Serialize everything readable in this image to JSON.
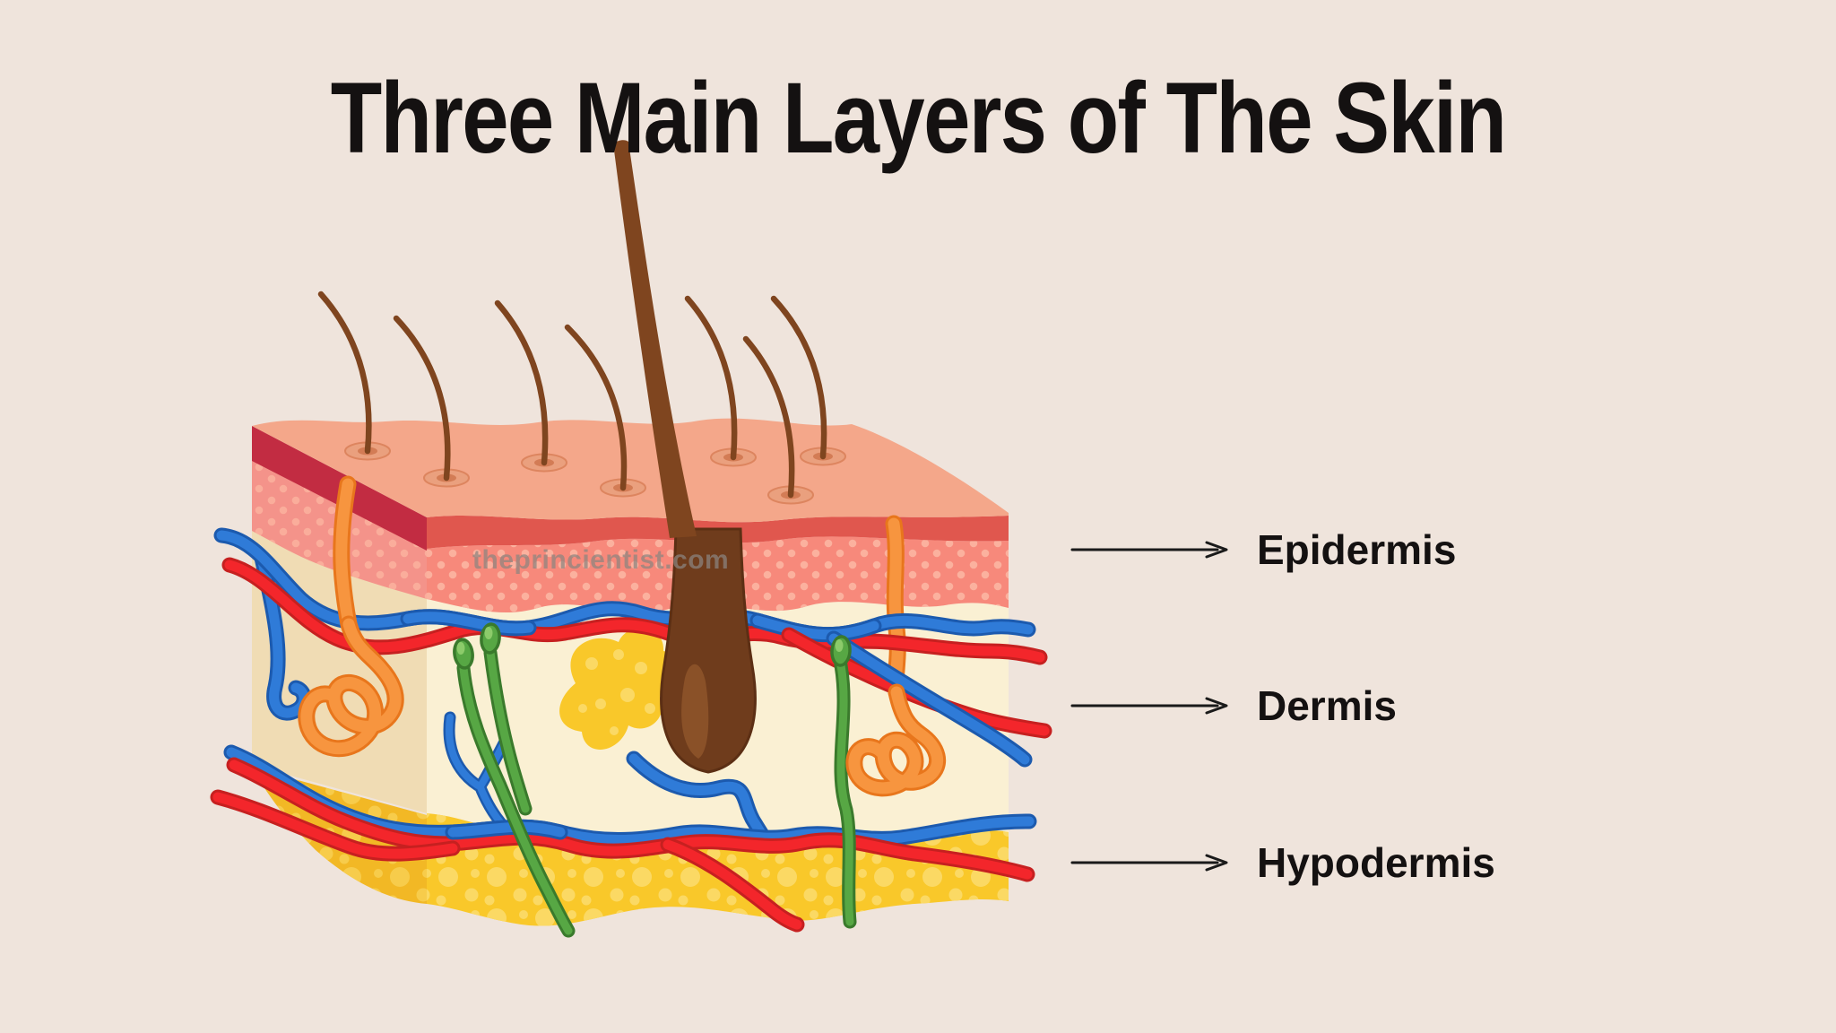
{
  "title": {
    "text": "Three Main Layers of The Skin"
  },
  "watermark": {
    "text": "theprincientist.com"
  },
  "annotations": {
    "items": [
      {
        "label": "Epidermis"
      },
      {
        "label": "Dermis"
      },
      {
        "label": "Hypodermis"
      }
    ]
  },
  "diagram_structures": [
    "skin-surface",
    "hair",
    "hair-pore",
    "hair-follicle",
    "sweat-gland",
    "nerve-ending",
    "vein",
    "artery",
    "fat-lobule",
    "epidermis-layer",
    "dermis-layer",
    "hypodermis-layer"
  ],
  "colors": {
    "bg": "#EFE4DC",
    "text": "#141111",
    "arrow": "#1A1A1A",
    "watermark": "#8C8580",
    "skin_surface": "#F4A78A",
    "epidermis_band_front": "#E0574E",
    "epidermis_band_side": "#C22C42",
    "epidermis_front": "#F7897B",
    "epidermis_side": "#F4938A",
    "epidermis_dot": "#FBB19E",
    "dermis_front": "#FAF0D3",
    "dermis_side": "#F0DCB4",
    "hypodermis_front": "#F9C82A",
    "hypodermis_side": "#F2B825",
    "hypodermis_dot": "#FBD964",
    "pore": "#EAA07E",
    "pore_ring": "#DD855F",
    "pore_center": "#D37C55",
    "hair": "#7F451F",
    "follicle": "#6F3C1C",
    "follicle_inner": "#8A5128",
    "follicle_outline": "#5C2F14",
    "vein_blue": "#2F7BD8",
    "vein_blue_dark": "#1C5AAE",
    "artery_red": "#F3262B",
    "artery_red_dark": "#C62020",
    "nerve_green": "#57A744",
    "nerve_green_dark": "#3A7A2C",
    "nerve_green_light": "#8CCB6A",
    "gland_orange": "#F7953F",
    "gland_orange_dark": "#E8761C"
  }
}
